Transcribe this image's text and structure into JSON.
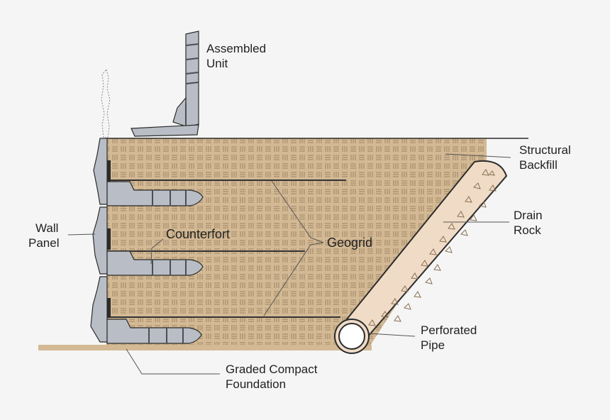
{
  "labels": {
    "assembled_unit": [
      "Assembled",
      "Unit"
    ],
    "structural_backfill": [
      "Structural",
      "Backfill"
    ],
    "drain_rock": [
      "Drain",
      "Rock"
    ],
    "wall_panel": [
      "Wall",
      "Panel"
    ],
    "counterfort": "Counterfort",
    "geogrid": "Geogrid",
    "perforated_pipe": [
      "Perforated",
      "Pipe"
    ],
    "graded_compact_foundation": [
      "Graded Compact",
      "Foundation"
    ]
  },
  "colors": {
    "background": "#f5f5f5",
    "backfill": "#d3b994",
    "backfill_hatch": "#a78d6a",
    "drain_rock": "#f0dcc6",
    "panel": "#b9bec6",
    "panel_dark": "#7d838c",
    "outline": "#2b2b2b"
  }
}
